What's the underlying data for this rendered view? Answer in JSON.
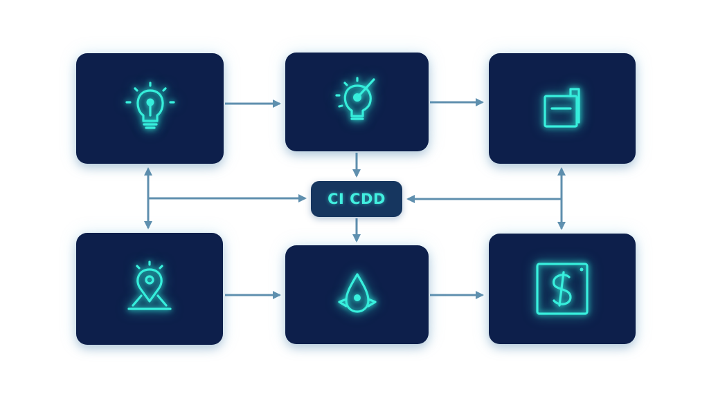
{
  "hub": {
    "label": "CI CDD"
  },
  "nodes": [
    {
      "id": "n1",
      "icon": "lightbulb-icon"
    },
    {
      "id": "n2",
      "icon": "idea-gauge-icon"
    },
    {
      "id": "n3",
      "icon": "document-panel-icon"
    },
    {
      "id": "n4",
      "icon": "map-pin-icon"
    },
    {
      "id": "n5",
      "icon": "rocket-drop-icon"
    },
    {
      "id": "n6",
      "icon": "dollar-frame-icon"
    }
  ],
  "colors": {
    "node_bg": "#0d1f4b",
    "icon_glow": "#39f0de",
    "connector": "#5f8fae",
    "hub_bg": "#16365f",
    "hub_text": "#42efe0"
  }
}
